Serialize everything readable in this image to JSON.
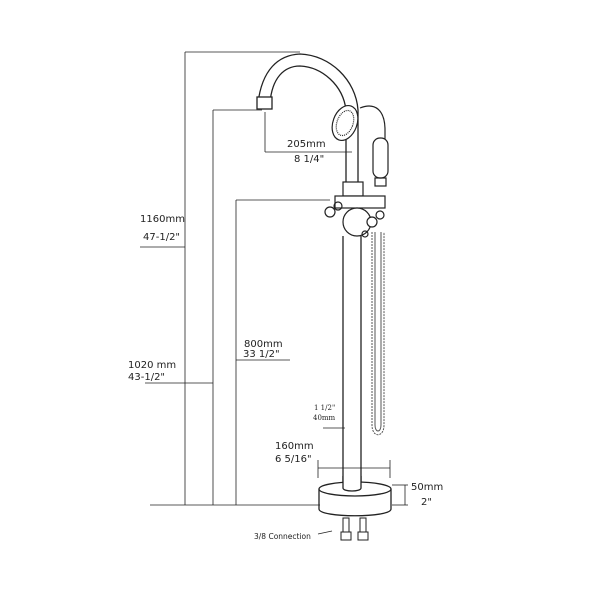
{
  "dimensions": {
    "total_height": {
      "mm": "1160mm",
      "inch": "47-1/2\""
    },
    "spout_height": {
      "mm": "1020 mm",
      "inch": "43-1/2\""
    },
    "handle_height": {
      "mm": "800mm",
      "inch": "33 1/2\""
    },
    "spout_reach": {
      "mm": "205mm",
      "inch": "8 1/4\""
    },
    "pipe_diameter": {
      "inch": "1 1/2\"",
      "mm": "40mm"
    },
    "base_diameter": {
      "mm": "160mm",
      "inch": "6 5/16\""
    },
    "base_height": {
      "mm": "50mm",
      "inch": "2\""
    }
  },
  "connection_label": "3/8 Connection",
  "colors": {
    "line": "#222222",
    "background": "#ffffff"
  }
}
